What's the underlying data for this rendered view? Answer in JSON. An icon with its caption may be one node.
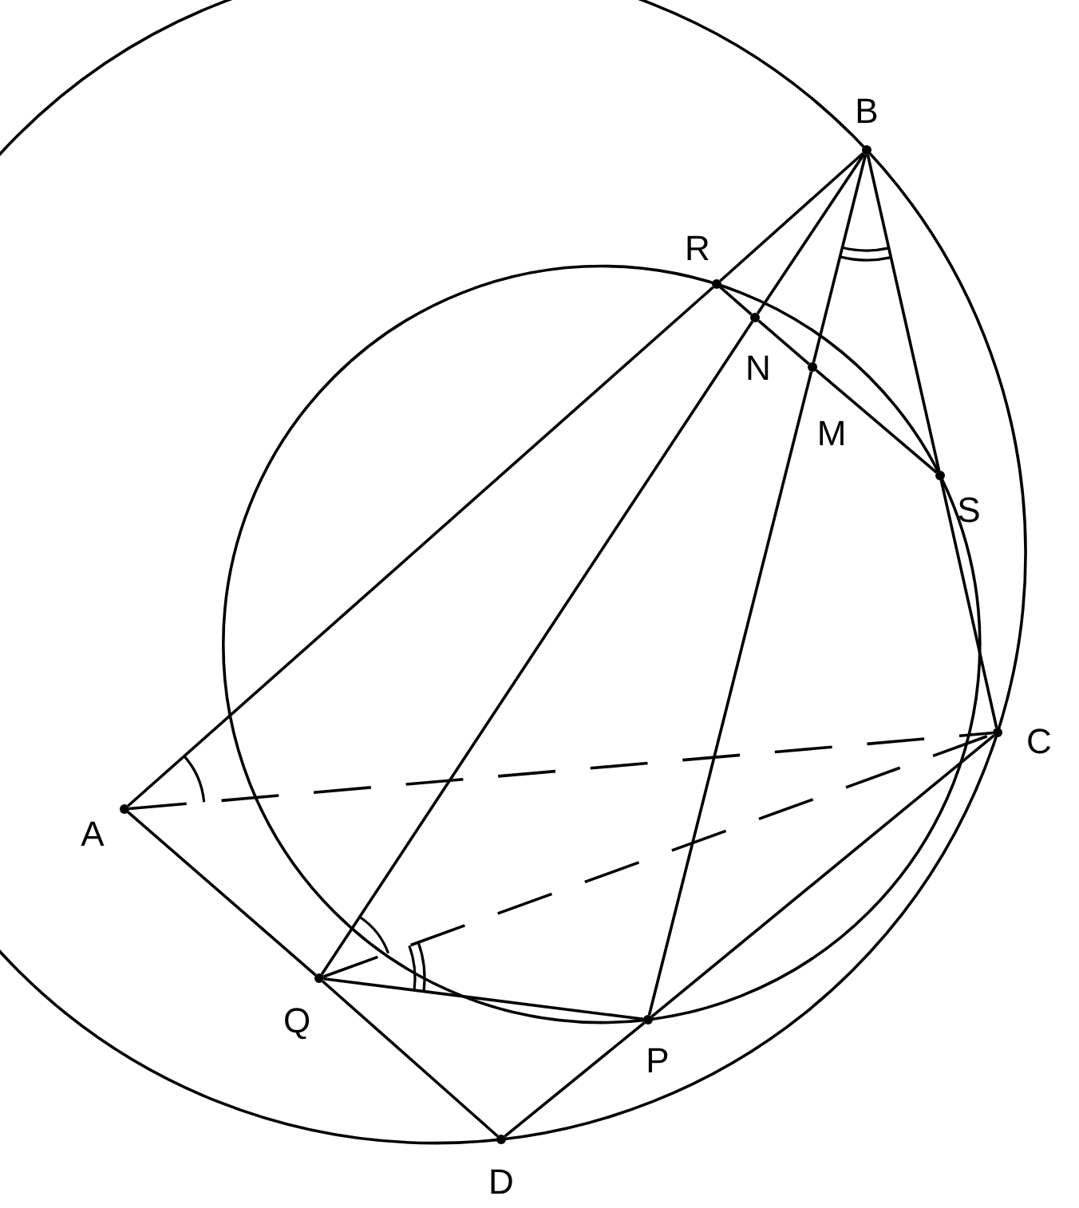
{
  "diagram": {
    "nodes": [
      {
        "text": [],
        "shape": "circle",
        "beside": [
          "B"
        ]
      },
      {
        "text": [],
        "shape": "circle",
        "beside": [
          "R"
        ]
      },
      {
        "text": [],
        "shape": "circle",
        "beside": [
          "N"
        ]
      },
      {
        "text": [],
        "shape": "circle",
        "beside": [
          "M"
        ]
      },
      {
        "text": [],
        "shape": "circle",
        "beside": [
          "S"
        ]
      },
      {
        "text": [],
        "shape": "circle",
        "beside": [
          "C"
        ]
      },
      {
        "text": [],
        "shape": "circle",
        "beside": [
          "A"
        ]
      },
      {
        "text": [],
        "shape": "circle",
        "beside": [
          "Q"
        ]
      },
      {
        "text": [],
        "shape": "circle",
        "beside": [
          "P"
        ]
      },
      {
        "text": [],
        "shape": "circle",
        "beside": [
          "D"
        ]
      }
    ],
    "edges": [
      {
        "from": 6,
        "to": 1,
        "arrow": "none"
      },
      {
        "from": 1,
        "to": 0,
        "arrow": "none"
      },
      {
        "from": 6,
        "to": 5,
        "arrow": "none",
        "style": "dashed"
      },
      {
        "from": 6,
        "to": 7,
        "arrow": "none"
      },
      {
        "from": 0,
        "to": 2,
        "arrow": "none"
      },
      {
        "from": 2,
        "to": 7,
        "arrow": "none"
      },
      {
        "from": 0,
        "to": 3,
        "arrow": "none"
      },
      {
        "from": 3,
        "to": 8,
        "arrow": "none"
      },
      {
        "from": 0,
        "to": 4,
        "arrow": "none"
      },
      {
        "from": 4,
        "to": 5,
        "arrow": "none"
      },
      {
        "from": 1,
        "to": 2,
        "arrow": "none"
      },
      {
        "from": 2,
        "to": 3,
        "arrow": "none"
      },
      {
        "from": 3,
        "to": 4,
        "arrow": "none"
      },
      {
        "from": 7,
        "to": 5,
        "arrow": "none",
        "style": "dashed"
      },
      {
        "from": 7,
        "to": 8,
        "arrow": "none"
      },
      {
        "from": 7,
        "to": 9,
        "arrow": "none"
      },
      {
        "from": 9,
        "to": 8,
        "arrow": "none"
      },
      {
        "from": 8,
        "to": 5,
        "arrow": "none"
      }
    ]
  }
}
